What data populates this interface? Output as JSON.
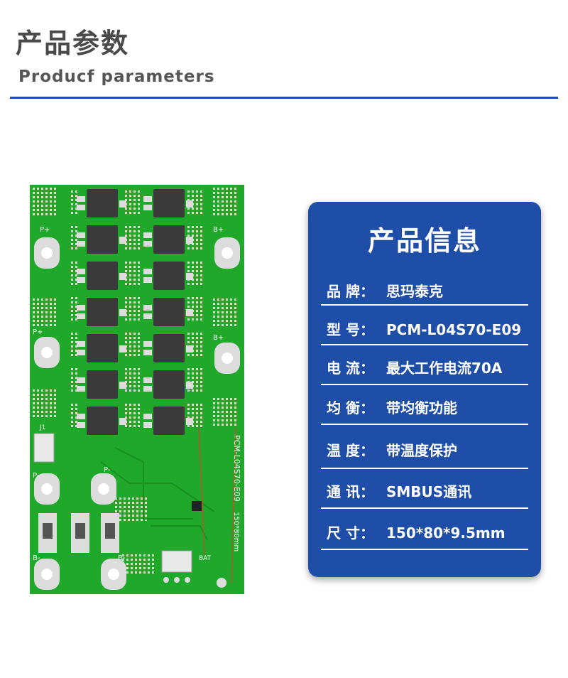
{
  "header": {
    "title_cn": "产品参数",
    "title_en": "Producf  parameters",
    "accent": "#1f4ea5"
  },
  "board": {
    "silkscreen_model": "PCM-L04S70-E09",
    "silkscreen_size": "150*80mm",
    "pad_labels": [
      "P+",
      "P+",
      "B+",
      "B+",
      "P-",
      "P-",
      "B-",
      "B-",
      "J1",
      "BAT"
    ],
    "colors": {
      "pcb": "#1fa82a",
      "pad": "#dcdcdc",
      "chip": "#3a3a3a"
    }
  },
  "info_card": {
    "title": "产品信息",
    "background": "#1f4ea8",
    "rows": [
      {
        "label": "品 牌：",
        "value": "思玛泰克"
      },
      {
        "label": "型 号：",
        "value": "PCM-L04S70-E09"
      },
      {
        "label": "电  流：",
        "value": "最大工作电流70A"
      },
      {
        "label": "均  衡：",
        "value": "带均衡功能"
      },
      {
        "label": "温  度：",
        "value": "带温度保护"
      },
      {
        "label": "通  讯：",
        "value": "SMBUS通讯"
      },
      {
        "label": "尺  寸：",
        "value": "150*80*9.5mm"
      }
    ]
  }
}
